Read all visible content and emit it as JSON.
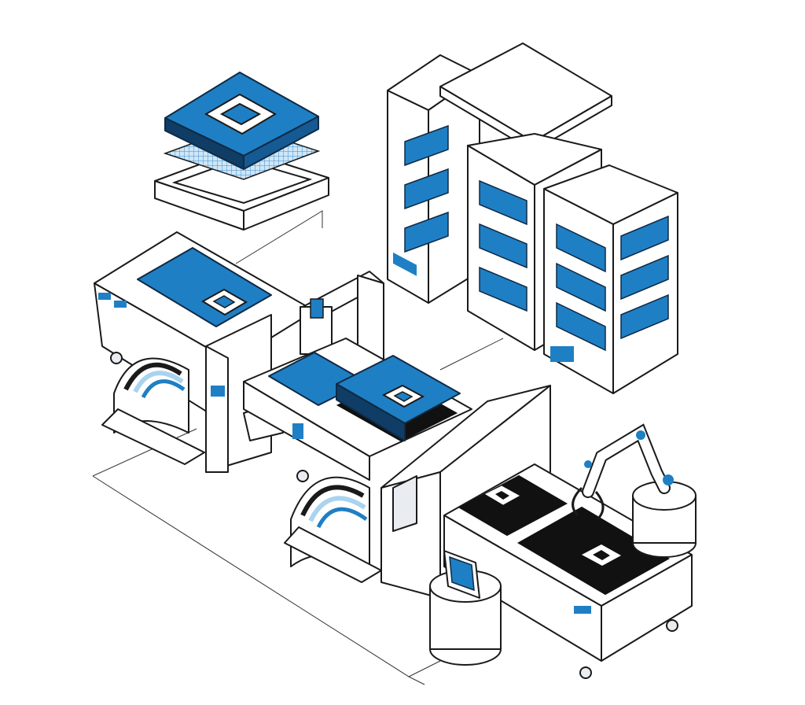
{
  "colors": {
    "accent": "#1f7fc4",
    "accent_dark": "#0f3d66",
    "light_blue": "#a9d3ef",
    "outline": "#1a1a1a",
    "board_black": "#111111",
    "background": "#ffffff"
  },
  "icons": [
    "chip-stack",
    "server-rack",
    "pick-and-place-machine",
    "conveyor",
    "robot-arm",
    "control-terminal"
  ]
}
